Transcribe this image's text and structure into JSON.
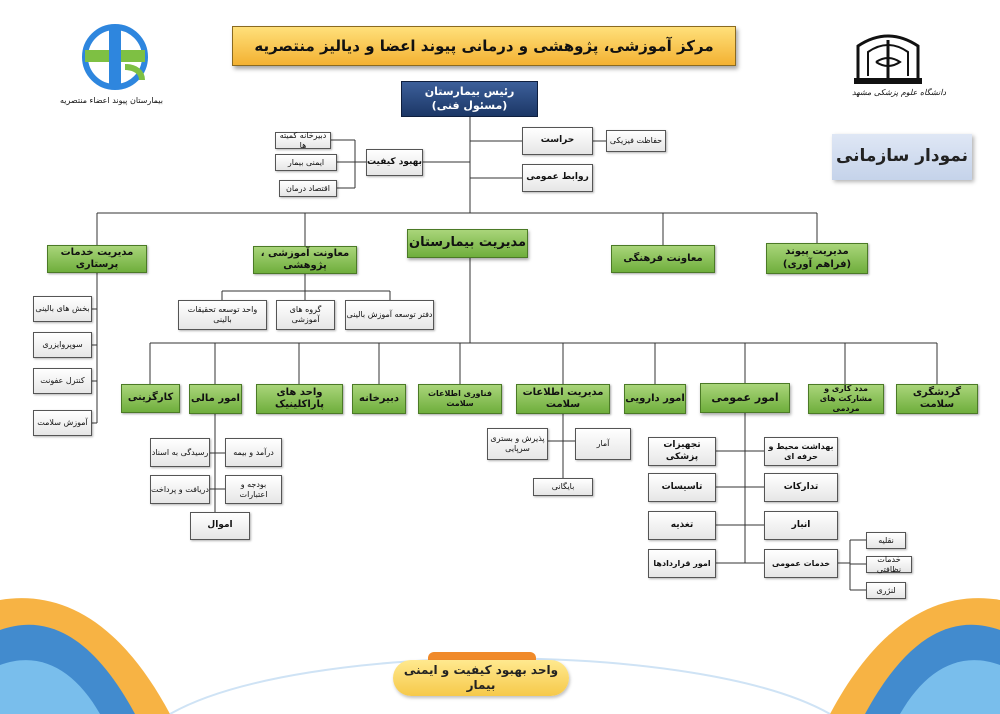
{
  "header": {
    "title": "مرکز آموزشی، پژوهشی و درمانی پیوند اعضا و دیالیز منتصریه",
    "chart_title": "نمودار سازمانی",
    "left_logo_caption": "بیمارستان پیوند اعضاء منتصریه",
    "right_logo_caption": "دانشگاه علوم پزشکی مشهد"
  },
  "colors": {
    "green": "#8cc45a",
    "navy": "#1f3a6b",
    "gold": "#f5b942",
    "chart_title_bg": "#cdd9ee"
  },
  "nodes": {
    "director": "رئیس بیمارستان\n(مسئول فنی)",
    "security": "حراست",
    "physical_protection": "حفاظت فیزیکی",
    "public_relations": "روابط عمومی",
    "quality_improvement": "بهبود کیفیت",
    "committees_secretariat": "دبیرخانه کمیته ها",
    "patient_safety": "ایمنی بیمار",
    "treatment_economics": "اقتصاد درمان",
    "hospital_management": "مدیریت بیمارستان",
    "nursing_management": "مدیریت خدمات پرستاری",
    "education_research_deputy": "معاونت آموزشی ، پژوهشی",
    "cultural_deputy": "معاونت فرهنگی",
    "transplant_management": "مدیریت پیوند\n(فراهم آوری)",
    "clinical_wards": "بخش های بالینی",
    "supervisor": "سوپروایزری",
    "infection_control": "کنترل عفونت",
    "health_education": "آموزش سلامت",
    "clinical_research_unit": "واحد توسعه تحقیقات بالینی",
    "educational_groups": "گروه های آموزشی",
    "clinical_education_office": "دفتر توسعه آموزش بالینی",
    "personnel_selection": "کارگزینی",
    "financial_affairs": "امور مالی",
    "paraclinic_units": "واحد های پاراکلینیک",
    "secretariat": "دبیرخانه",
    "health_it": "فناوری اطلاعات سلامت",
    "health_info_management": "مدیریت اطلاعات سلامت",
    "pharmacy_affairs": "امور دارویی",
    "general_affairs": "امور عمومی",
    "social_work": "مدد کاری و\nمشارکت های مردمی",
    "health_tourism": "گردشگری سلامت",
    "document_audit": "رسیدگی به اسناد",
    "income_insurance": "درآمد و بیمه",
    "receipt_payment": "دریافت و پرداخت",
    "budget_credits": "بودجه و اعتبارات",
    "assets": "اموال",
    "admission_inpatient": "پذیرش و بستری\nسرپایی",
    "statistics": "آمار",
    "archive": "بایگانی",
    "medical_equipment": "تجهیزات پزشکی",
    "environmental_health": "بهداشت محیط و حرفه ای",
    "installations": "تاسیسات",
    "procurement": "تدارکات",
    "nutrition": "تغذیه",
    "warehouse": "انبار",
    "contracts_affairs": "امور قراردادها",
    "general_services": "خدمات عمومی",
    "transport": "نقلیه",
    "cleaning_services": "خدمات نظافتی",
    "laundry": "لنژری"
  },
  "footer": {
    "label": "واحد بهبود کیفیت و ایمنی بیمار"
  }
}
